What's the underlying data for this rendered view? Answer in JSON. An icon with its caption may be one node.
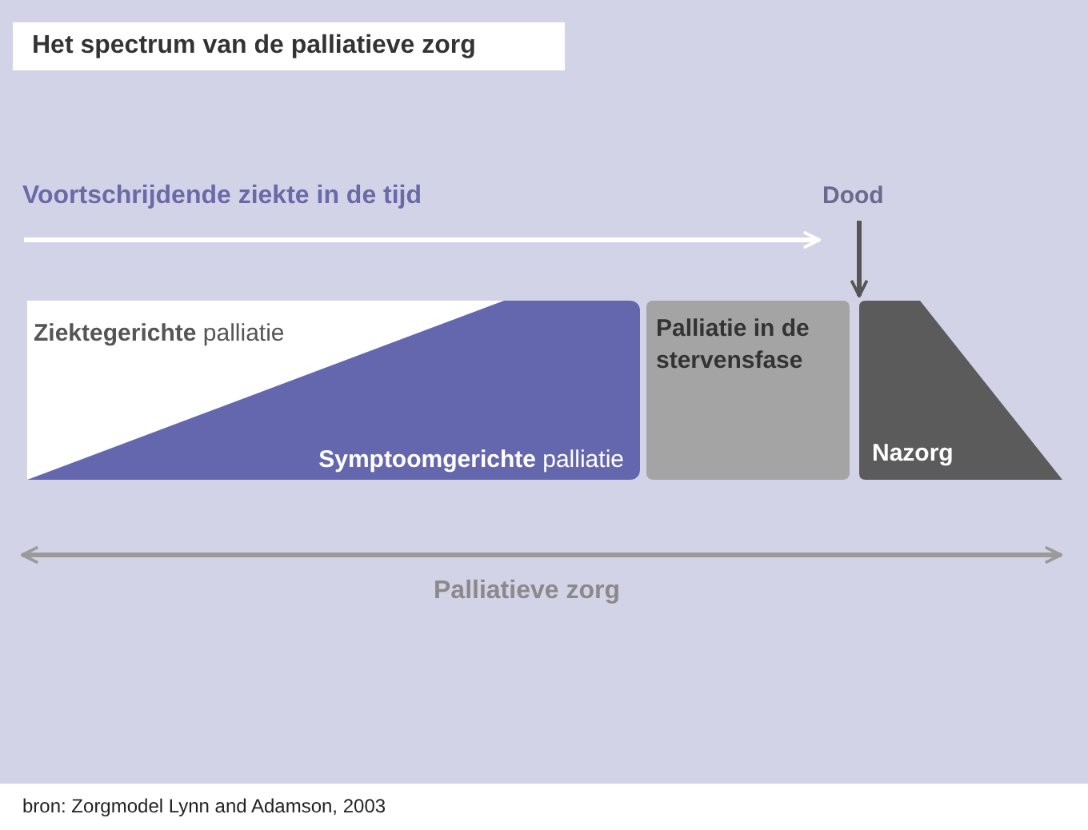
{
  "diagram": {
    "title": "Het spectrum van de palliatieve zorg",
    "caption": "bron: Zorgmodel Lynn and Adamson, 2003",
    "nodes": [
      {
        "text": [
          "**Ziektegerichte** palliatie",
          "**Symptoomgerichte** palliatie"
        ]
      },
      {
        "text": [
          "Palliatie in de stervensfase"
        ]
      },
      {
        "text": [
          "Nazorg"
        ]
      },
      {
        "text": [
          "Dood"
        ]
      }
    ],
    "edges": [
      {
        "from": 3,
        "to": 2,
        "arrow": "to"
      }
    ],
    "labels": [
      "Voortschrijdende ziekte in de tijd",
      "Palliatieve zorg"
    ]
  }
}
